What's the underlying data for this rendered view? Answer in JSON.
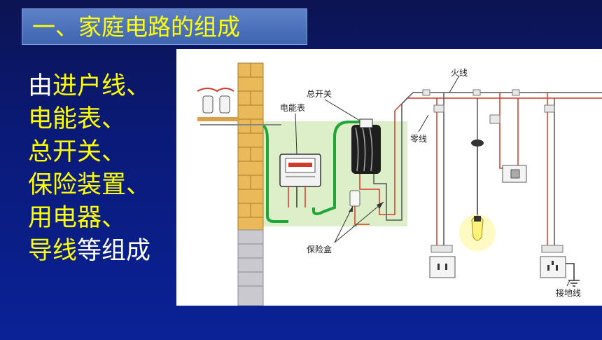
{
  "title": "一、家庭电路的组成",
  "composition": {
    "lines": [
      {
        "parts": [
          {
            "text": "由",
            "color": "white"
          },
          {
            "text": "进户线、",
            "color": "yellow"
          }
        ]
      },
      {
        "parts": [
          {
            "text": "电能表、",
            "color": "yellow"
          }
        ]
      },
      {
        "parts": [
          {
            "text": "总开关、",
            "color": "yellow"
          }
        ]
      },
      {
        "parts": [
          {
            "text": "保险装置、",
            "color": "yellow"
          }
        ]
      },
      {
        "parts": [
          {
            "text": "用电器、",
            "color": "yellow"
          }
        ]
      },
      {
        "parts": [
          {
            "text": "导线",
            "color": "yellow"
          },
          {
            "text": "等组成",
            "color": "white"
          }
        ]
      }
    ]
  },
  "diagram": {
    "labels": {
      "live_wire": "火线",
      "main_switch": "总开关",
      "meter": "电能表",
      "neutral_wire": "零线",
      "fuse_box": "保险盒",
      "ground_wire": "接地线"
    }
  },
  "colors": {
    "background": "#0a1a78",
    "title_bar": "#4a70bc",
    "highlight_text": "#ffff00",
    "plain_text": "#ffffff",
    "wire_red": "#d23b2a",
    "wire_green": "#1fa636",
    "brick": "#e9b95a"
  }
}
